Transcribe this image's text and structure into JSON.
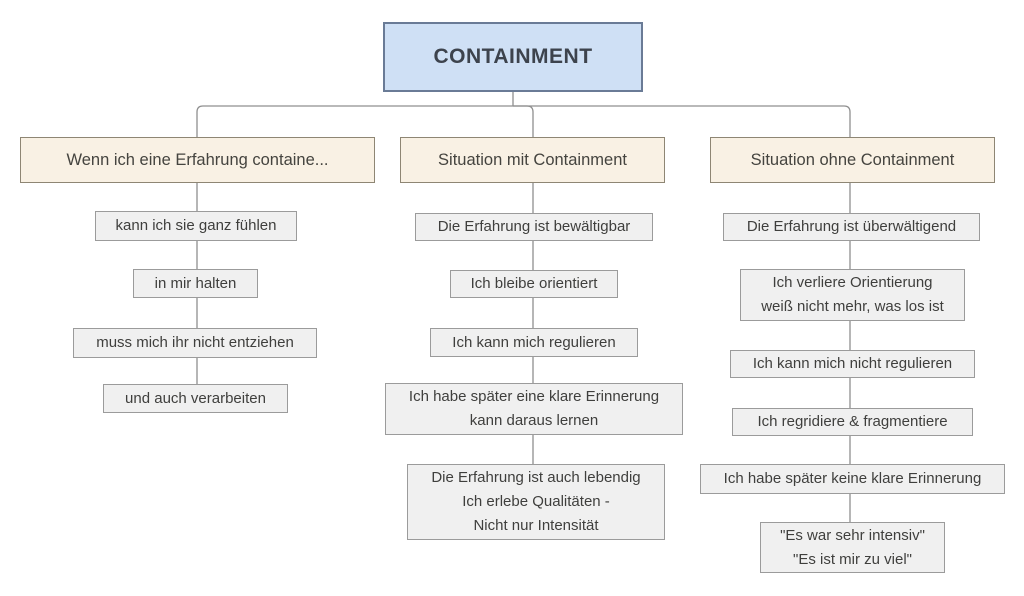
{
  "diagram": {
    "root_label": "CONTAINMENT",
    "colors": {
      "root_fill": "#cfe0f5",
      "root_border": "#6a7b96",
      "header_fill": "#f9f1e4",
      "header_border": "#8e8674",
      "node_fill": "#f0f0f0",
      "node_border": "#9b9b9b",
      "connector_line": "#8f8f8f",
      "text": "#3f3f3d"
    },
    "columns": [
      {
        "header": "Wenn ich eine Erfahrung containe...",
        "items": [
          {
            "lines": [
              "kann ich sie ganz fühlen"
            ]
          },
          {
            "lines": [
              "in mir halten"
            ]
          },
          {
            "lines": [
              "muss mich ihr nicht entziehen"
            ]
          },
          {
            "lines": [
              "und auch verarbeiten"
            ]
          }
        ]
      },
      {
        "header": "Situation mit Containment",
        "items": [
          {
            "lines": [
              "Die Erfahrung ist bewältigbar"
            ]
          },
          {
            "lines": [
              "Ich bleibe orientiert"
            ]
          },
          {
            "lines": [
              "Ich kann mich regulieren"
            ]
          },
          {
            "lines": [
              "Ich habe später eine klare Erinnerung",
              "kann daraus lernen"
            ]
          },
          {
            "lines": [
              "Die Erfahrung ist auch lebendig",
              "Ich erlebe Qualitäten -",
              "Nicht nur Intensität"
            ]
          }
        ]
      },
      {
        "header": "Situation ohne Containment",
        "items": [
          {
            "lines": [
              "Die Erfahrung ist überwältigend"
            ]
          },
          {
            "lines": [
              "Ich verliere Orientierung",
              "weiß nicht mehr, was los ist"
            ]
          },
          {
            "lines": [
              "Ich kann mich nicht regulieren"
            ]
          },
          {
            "lines": [
              "Ich regridiere & fragmentiere"
            ]
          },
          {
            "lines": [
              "Ich habe später keine klare Erinnerung"
            ]
          },
          {
            "lines": [
              "\"Es war sehr intensiv\"",
              "\"Es ist mir zu viel\""
            ]
          }
        ]
      }
    ]
  }
}
